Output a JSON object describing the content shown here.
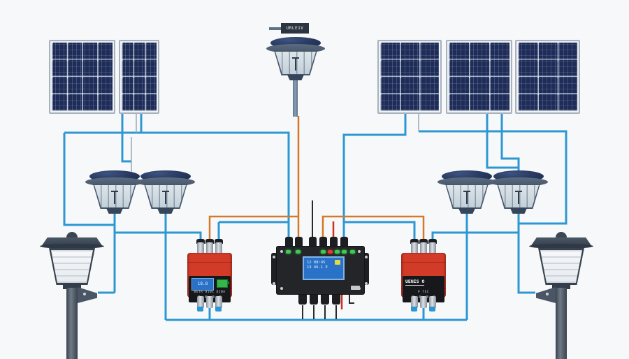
{
  "colors": {
    "background": "#f7f8fa",
    "wire_blue": "#2d97d3",
    "wire_orange": "#d4782a",
    "wire_red": "#cf2f27",
    "panel_cell": "#1e2c56",
    "controller_red": "#d23b28",
    "box_black": "#232528",
    "display_blue": "#2a72c8",
    "led_green": "#3ecb52",
    "led_red": "#e23a2e"
  },
  "top_lamp": {
    "tag": "URLE1V"
  },
  "control_box": {
    "display_line1": "12 88:45",
    "display_line2": "13 46.1 E"
  },
  "left_controller": {
    "display_text": "18.8",
    "band_text": "BUTR 8101 DINA"
  },
  "right_controller": {
    "brand": "UENIS O",
    "band_text": "P TEC"
  }
}
